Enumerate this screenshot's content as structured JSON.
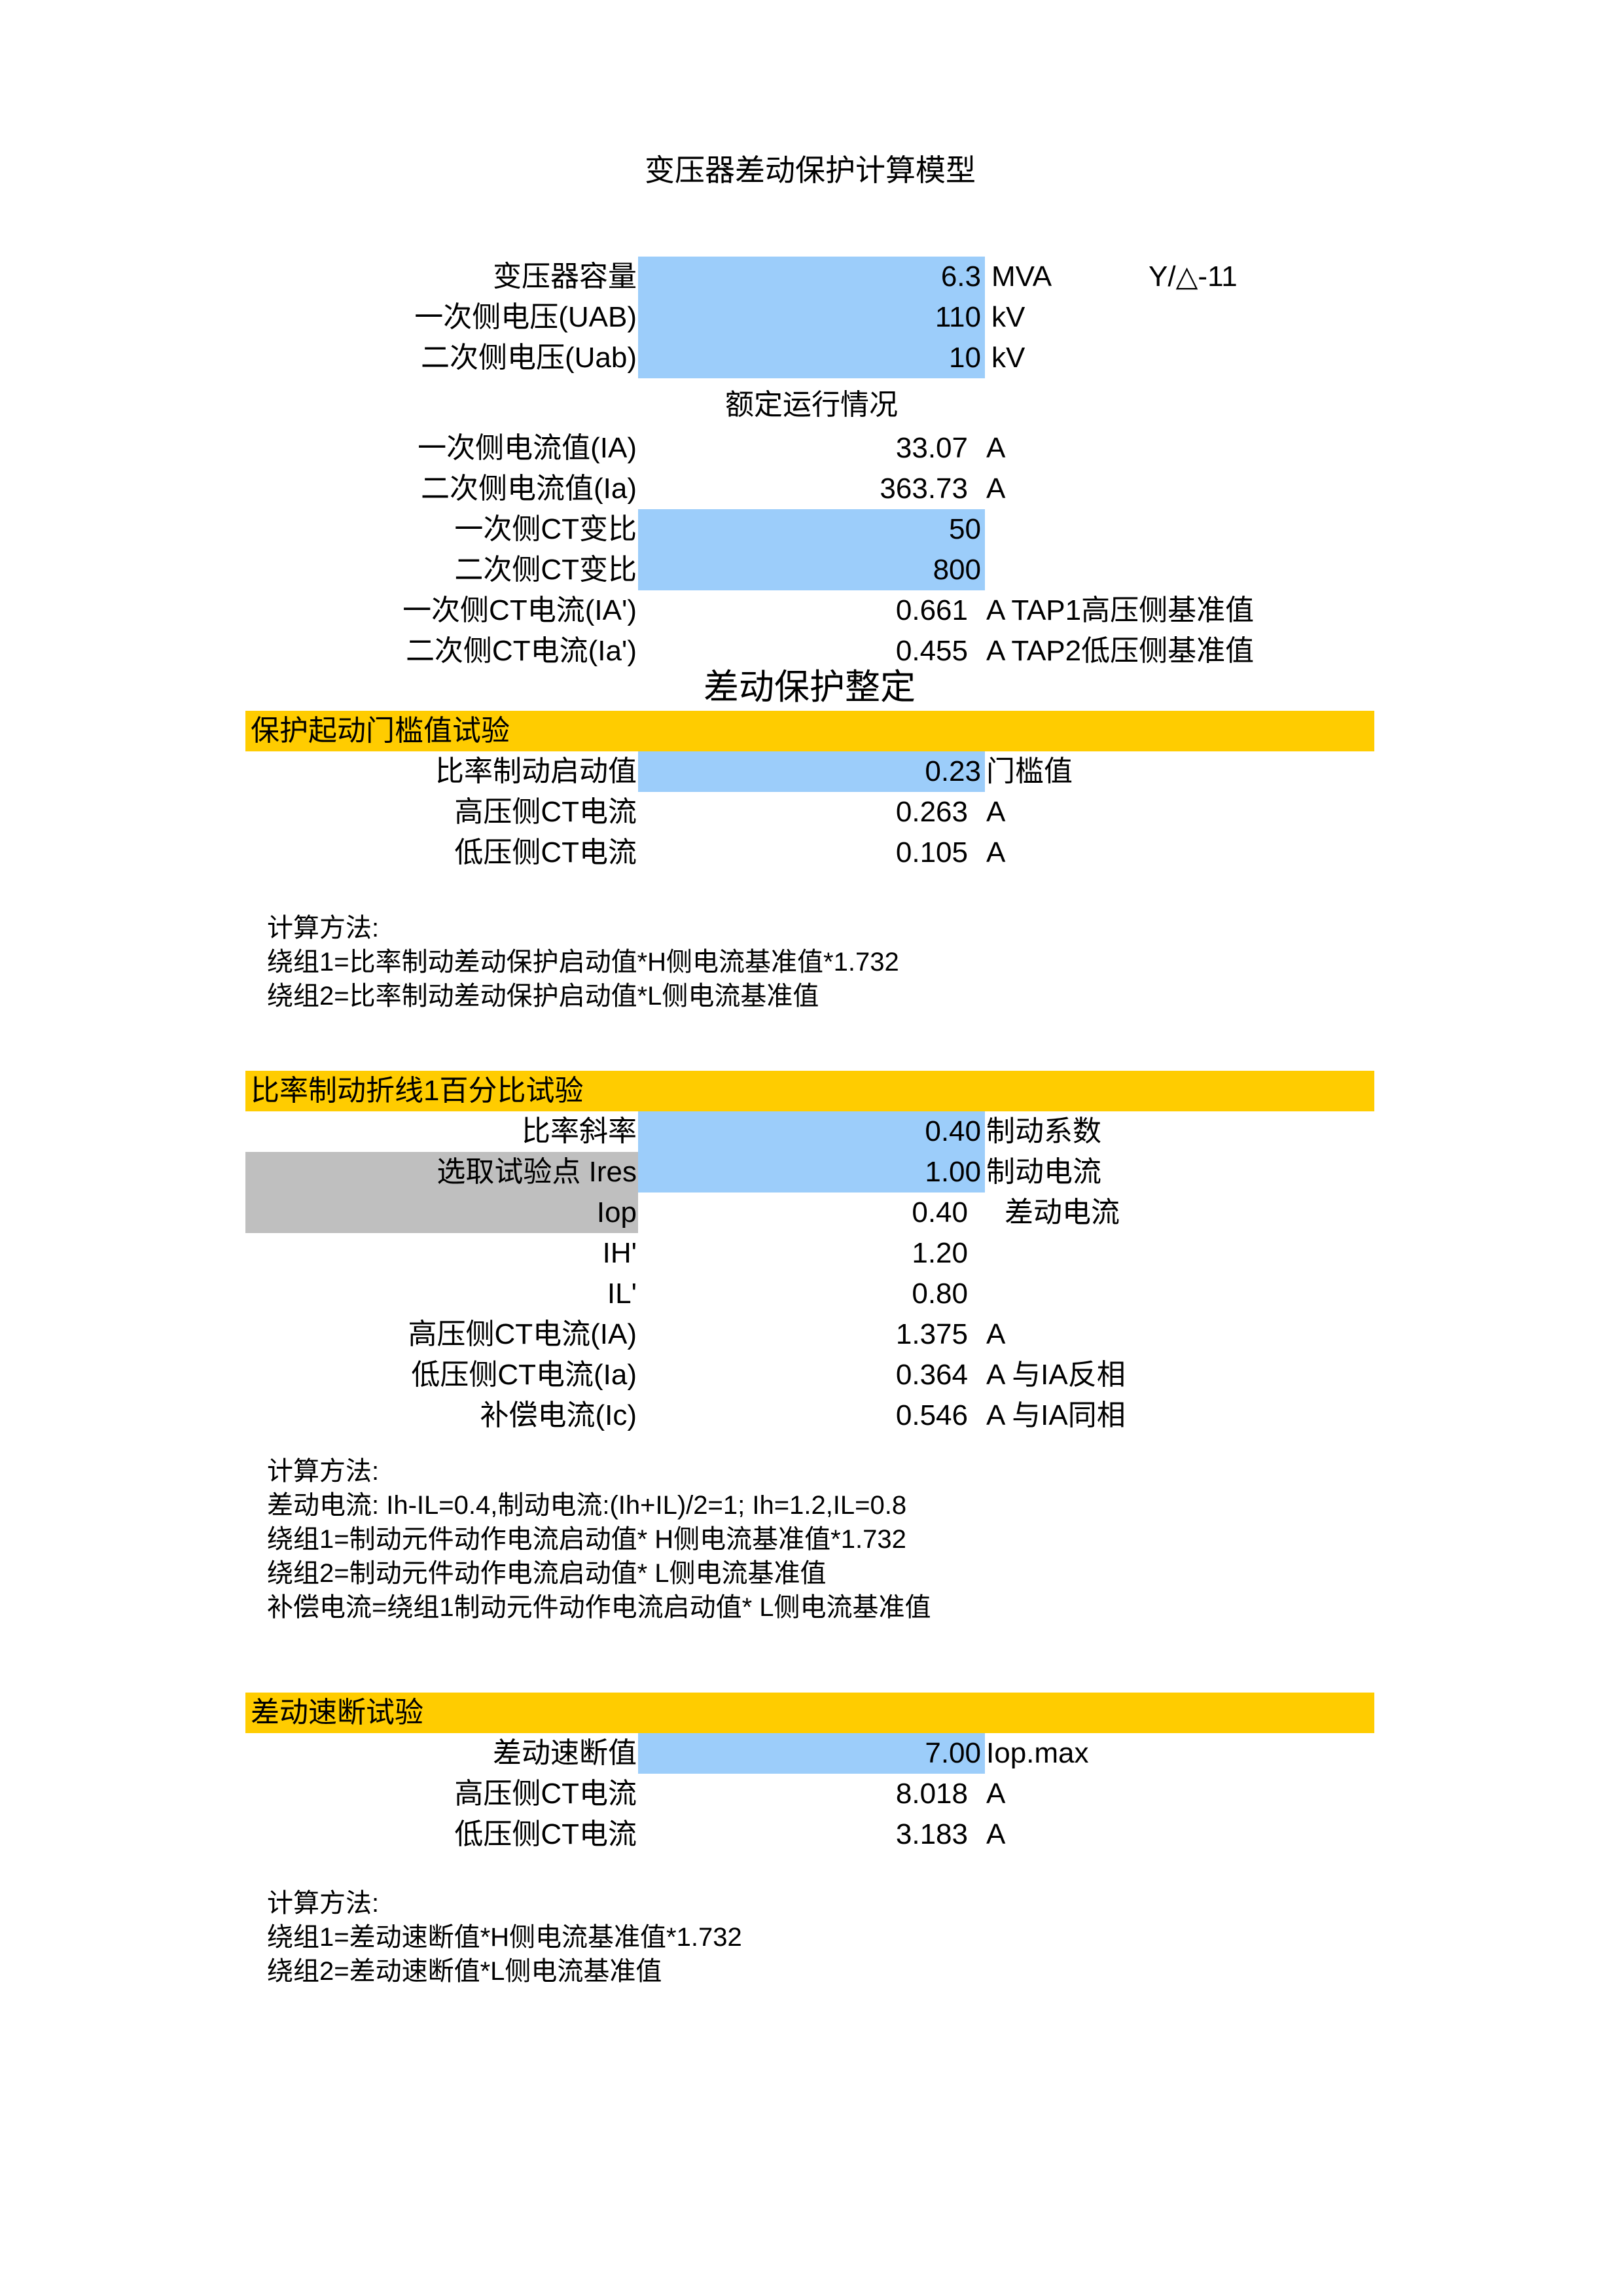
{
  "document": {
    "title": "变压器差动保护计算模型",
    "section_heading": "差动保护整定",
    "rated_note": "额定运行情况"
  },
  "colors": {
    "input_cell": "#9CCDFA",
    "band": "#FFCC00",
    "gray_cell": "#BFBFBF"
  },
  "transformer": {
    "rows": [
      {
        "label": "变压器容量",
        "value": "6.3",
        "unit": "MVA",
        "extra": "Y/△-11"
      },
      {
        "label": "一次侧电压(UAB)",
        "value": "110",
        "unit": "kV",
        "extra": ""
      },
      {
        "label": "二次侧电压(Uab)",
        "value": "10",
        "unit": "kV",
        "extra": ""
      },
      {
        "label": "一次侧电流值(IA)",
        "value": "33.07",
        "unit": "A",
        "extra": ""
      },
      {
        "label": "二次侧电流值(Ia)",
        "value": "363.73",
        "unit": "A",
        "extra": ""
      },
      {
        "label": "一次侧CT变比",
        "value": "50",
        "unit": "",
        "extra": ""
      },
      {
        "label": "二次侧CT变比",
        "value": "800",
        "unit": "",
        "extra": ""
      },
      {
        "label": "一次侧CT电流(IA')",
        "value": "0.661",
        "unit": "A TAP1高压侧基准值",
        "extra": ""
      },
      {
        "label": "二次侧CT电流(Ia')",
        "value": "0.455",
        "unit": "A TAP2低压侧基准值",
        "extra": ""
      }
    ]
  },
  "section_threshold": {
    "band_label": "保护起动门槛值试验",
    "rows": [
      {
        "label": "比率制动启动值",
        "value": "0.23",
        "unit": "门槛值"
      },
      {
        "label": "高压侧CT电流",
        "value": "0.263",
        "unit": "A"
      },
      {
        "label": "低压侧CT电流",
        "value": "0.105",
        "unit": "A"
      }
    ],
    "method_title": "计算方法:",
    "method_lines": [
      "绕组1=比率制动差动保护启动值*H侧电流基准值*1.732",
      "绕组2=比率制动差动保护启动值*L侧电流基准值"
    ]
  },
  "section_slope": {
    "band_label": "比率制动折线1百分比试验",
    "rows": [
      {
        "label": "比率斜率",
        "value": "0.40",
        "unit": "制动系数"
      },
      {
        "label": "选取试验点 Ires",
        "value": "1.00",
        "unit": "制动电流"
      },
      {
        "label": "Iop",
        "value": "0.40",
        "unit": "差动电流"
      },
      {
        "label": "IH'",
        "value": "1.20",
        "unit": ""
      },
      {
        "label": "IL'",
        "value": "0.80",
        "unit": ""
      },
      {
        "label": "高压侧CT电流(IA)",
        "value": "1.375",
        "unit": "A"
      },
      {
        "label": "低压侧CT电流(Ia)",
        "value": "0.364",
        "unit": "A  与IA反相"
      },
      {
        "label": "补偿电流(Ic)",
        "value": "0.546",
        "unit": "A  与IA同相"
      }
    ],
    "method_title": "计算方法:",
    "method_lines": [
      "差动电流: Ih-IL=0.4,制动电流:(Ih+IL)/2=1; Ih=1.2,IL=0.8",
      "绕组1=制动元件动作电流启动值* H侧电流基准值*1.732",
      "绕组2=制动元件动作电流启动值* L侧电流基准值",
      "补偿电流=绕组1制动元件动作电流启动值* L侧电流基准值"
    ]
  },
  "section_instant": {
    "band_label": "差动速断试验",
    "rows": [
      {
        "label": "差动速断值",
        "value": "7.00",
        "unit": "Iop.max"
      },
      {
        "label": "高压侧CT电流",
        "value": "8.018",
        "unit": "A"
      },
      {
        "label": "低压侧CT电流",
        "value": "3.183",
        "unit": "A"
      }
    ],
    "method_title": "计算方法:",
    "method_lines": [
      "绕组1=差动速断值*H侧电流基准值*1.732",
      "绕组2=差动速断值*L侧电流基准值"
    ]
  }
}
